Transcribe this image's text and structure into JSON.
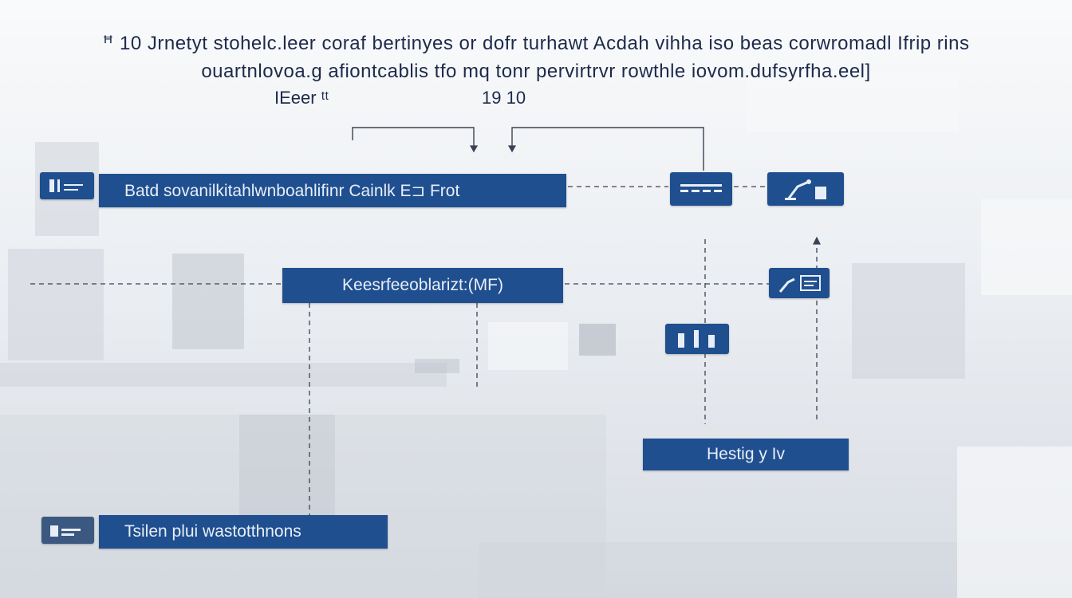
{
  "header": {
    "line1": "ꟸ 10   Jrnetyt stohelc.leer  coraf  bertinyes  or dofr  turhawt Acdah  vihha  iso  beas  corwromadl  Ifrip  rins",
    "line2": "ouartnlovoa.g    afiontcablis  tfo  mq   tonr  pervirtrvr  rowthle  iovom.dufsyrfha.eel]",
    "note_left": "IEeer  ᵗᵗ",
    "note_right": "19  10"
  },
  "nodes": {
    "top_bar": "Batd  sovanilkitahlwnboahlifinr  Cainlk  E⊐  Frot",
    "mid_bar": "Keesrfeeoblarizt:(MF)",
    "right_bar": "Hestig y Iv",
    "bottom_bar": "Tsilen  plui  wastotthnons"
  },
  "colors": {
    "accent": "#1f4f8f",
    "text_dark": "#1d2a4a",
    "connector": "#3a4254"
  },
  "icons": {
    "top_left": "server-icon",
    "top_mid": "panel-icon",
    "top_right": "robot-arm-icon",
    "mid_right": "robot-monitor-icon",
    "mid_small": "equipment-icon",
    "bottom_left": "machine-icon"
  }
}
